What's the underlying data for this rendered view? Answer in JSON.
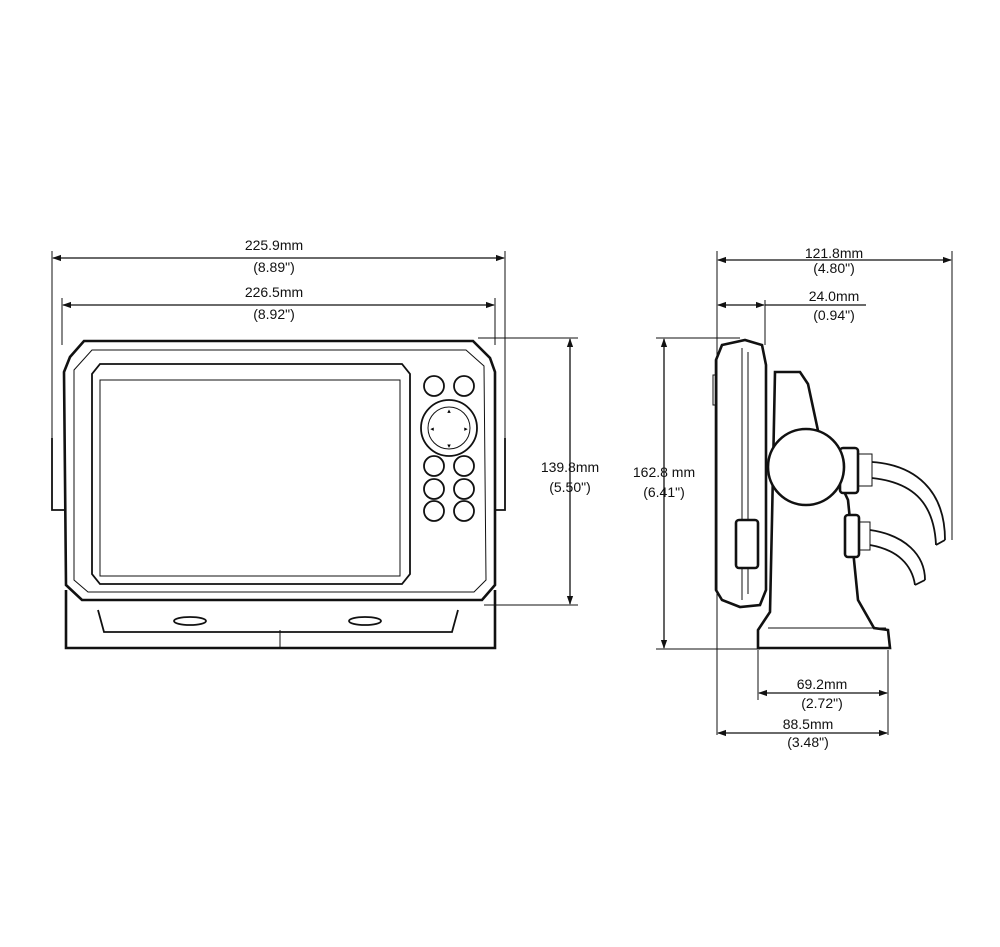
{
  "dimensions": {
    "overall_width": {
      "metric": "225.9mm",
      "imperial": "(8.89\")"
    },
    "unit_width": {
      "metric": "226.5mm",
      "imperial": "(8.92\")"
    },
    "unit_height": {
      "metric": "139.8mm",
      "imperial": "(5.50\")"
    },
    "overall_height": {
      "metric": "162.8 mm",
      "imperial": "(6.41\")"
    },
    "overall_depth": {
      "metric": "121.8mm",
      "imperial": "(4.80\")"
    },
    "unit_depth": {
      "metric": "24.0mm",
      "imperial": "(0.94\")"
    },
    "mount_base_depth": {
      "metric": "69.2mm",
      "imperial": "(2.72\")"
    },
    "mount_total_depth": {
      "metric": "88.5mm",
      "imperial": "(3.48\")"
    }
  }
}
